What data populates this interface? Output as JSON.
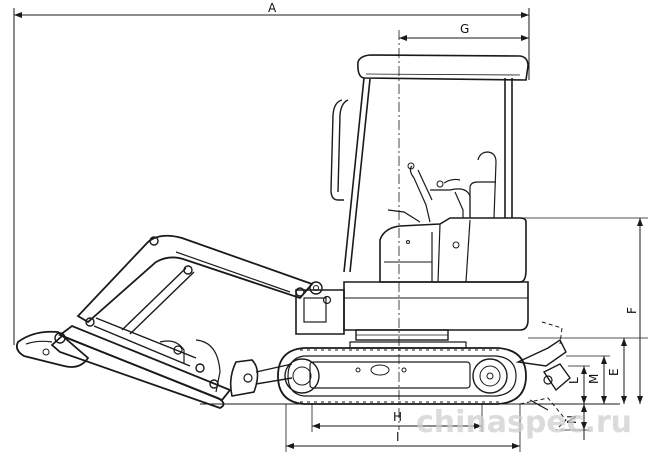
{
  "dimensions": {
    "A": "A",
    "G": "G",
    "F": "F",
    "E": "E",
    "M": "M",
    "L": "L",
    "N": "N",
    "H": "H",
    "I": "I"
  },
  "watermark": "chinaspec.ru",
  "colors": {
    "line": "#1a1a1a",
    "watermark": "#cfcfcf"
  }
}
